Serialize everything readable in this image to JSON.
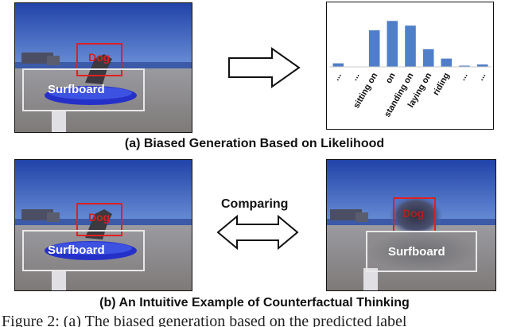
{
  "panel_a": {
    "caption": "(a) Biased Generation Based on Likelihood",
    "dog_label": "Dog",
    "surfboard_label": "Surfboard"
  },
  "panel_b": {
    "caption": "(b) An Intuitive Example of Counterfactual Thinking",
    "comparing_label": "Comparing",
    "dog_label": "Dog",
    "surfboard_label": "Surfboard",
    "cf_dog_label": "Dog",
    "cf_surfboard_label": "Surfboard"
  },
  "figure_caption_fragment": "Figure 2: (a) The biased generation based on the predicted label",
  "colors": {
    "bar": "#4f7fc8",
    "dog_box": "#e02020",
    "surf_box": "#e8e8e8"
  },
  "chart_data": {
    "type": "bar",
    "categories": [
      "...",
      "...",
      "sitting on",
      "on",
      "standing on",
      "laying on",
      "riding",
      "...",
      "..."
    ],
    "values": [
      0.06,
      0.0,
      0.62,
      0.78,
      0.7,
      0.3,
      0.14,
      0.01,
      0.04
    ],
    "ylim": [
      0,
      1
    ]
  }
}
